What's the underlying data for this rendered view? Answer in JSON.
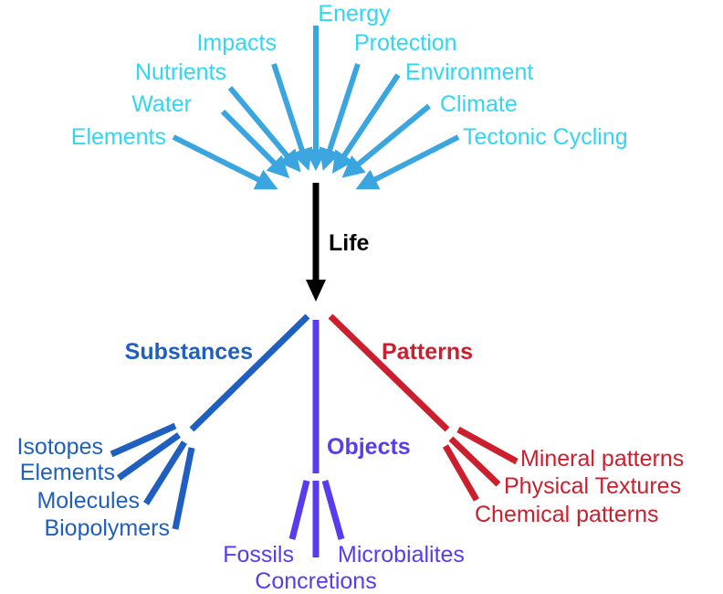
{
  "inputs": [
    "Energy",
    "Impacts",
    "Protection",
    "Nutrients",
    "Environment",
    "Water",
    "Climate",
    "Elements",
    "Tectonic Cycling"
  ],
  "center": {
    "label": "Life"
  },
  "branches": {
    "substances": {
      "label": "Substances",
      "items": [
        "Isotopes",
        "Elements",
        "Molecules",
        "Biopolymers"
      ]
    },
    "objects": {
      "label": "Objects",
      "items": [
        "Fossils",
        "Microbialites",
        "Concretions"
      ]
    },
    "patterns": {
      "label": "Patterns",
      "items": [
        "Mineral patterns",
        "Physical Textures",
        "Chemical patterns"
      ]
    }
  },
  "colors": {
    "inputs_text": "#33d6f2",
    "input_arrows": "#3aa5de",
    "life_arrow": "#000000",
    "substances": "#1f5fbf",
    "objects": "#5a3cf0",
    "patterns": "#cc1f2e"
  }
}
